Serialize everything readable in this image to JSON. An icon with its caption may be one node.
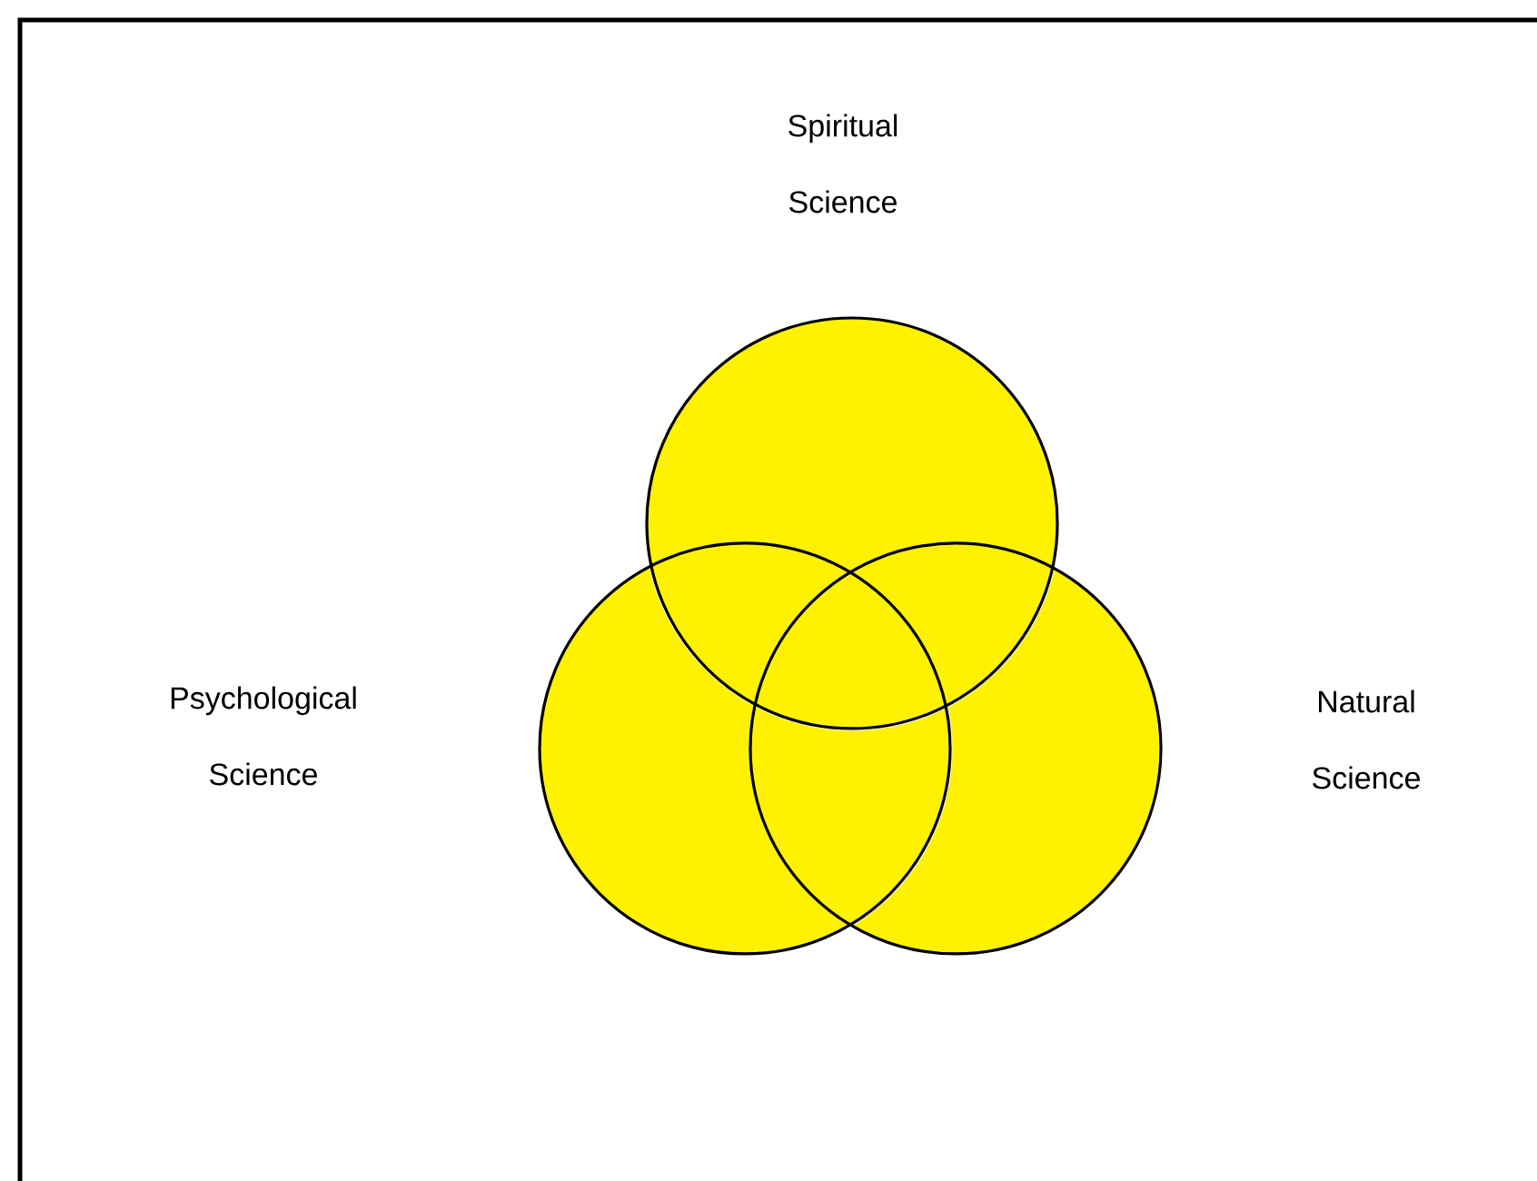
{
  "diagram": {
    "nodes": [
      {
        "text": [],
        "shape": "circle"
      },
      {
        "text": [],
        "shape": "circle"
      },
      {
        "text": [],
        "shape": "circle"
      }
    ],
    "labels": [
      "Spiritual Science",
      "Psychological Science",
      "Natural Science"
    ]
  }
}
